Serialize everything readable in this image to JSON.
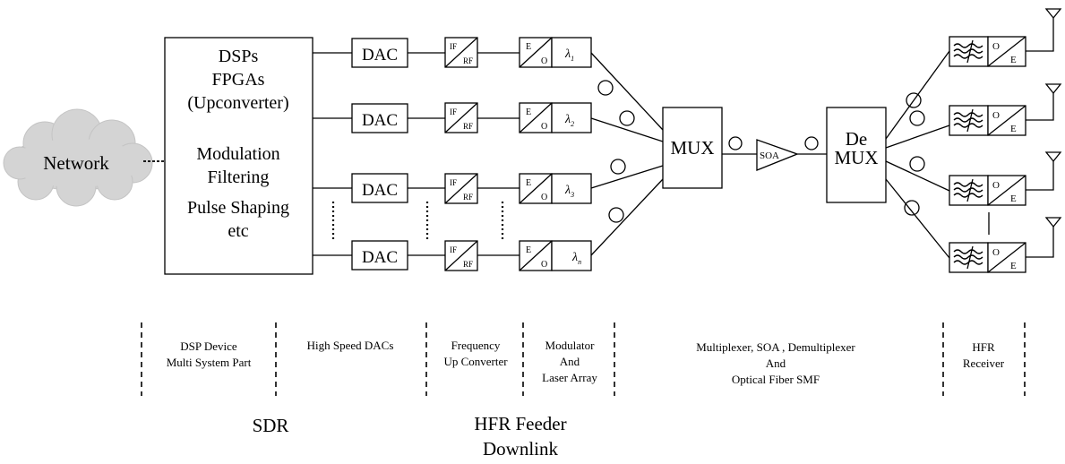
{
  "network": {
    "label": "Network"
  },
  "dsp_box": {
    "lines_top": [
      "DSPs",
      "FPGAs",
      "(Upconverter)"
    ],
    "lines_bottom": [
      "Modulation",
      "Filtering",
      "Pulse Shaping",
      "etc"
    ]
  },
  "dac": {
    "label": "DAC"
  },
  "converter": {
    "top": "IF",
    "bottom": "RF"
  },
  "modulator": {
    "top": "E",
    "bottom": "O"
  },
  "wavelengths": [
    {
      "symbol": "λ",
      "sub": "1"
    },
    {
      "symbol": "λ",
      "sub": "2"
    },
    {
      "symbol": "λ",
      "sub": "3"
    },
    {
      "symbol": "λ",
      "sub": "n"
    }
  ],
  "mux": {
    "label": "MUX"
  },
  "soa": {
    "label": "SOA"
  },
  "demux": {
    "line1": "De",
    "line2": "MUX"
  },
  "receiver": {
    "top": "O",
    "bottom": "E"
  },
  "sections": [
    {
      "lines": [
        "DSP Device",
        "Multi System Part"
      ]
    },
    {
      "lines": [
        "High Speed DACs"
      ]
    },
    {
      "lines": [
        "Frequency",
        "Up Converter"
      ]
    },
    {
      "lines": [
        "Modulator",
        "And",
        "Laser Array"
      ]
    },
    {
      "lines": [
        "Multiplexer, SOA , Demultiplexer",
        "And",
        "Optical Fiber SMF"
      ]
    },
    {
      "lines": [
        "HFR",
        "Receiver"
      ]
    }
  ],
  "groups": {
    "sdr": "SDR",
    "hfr_line1": "HFR Feeder",
    "hfr_line2": "Downlink"
  }
}
